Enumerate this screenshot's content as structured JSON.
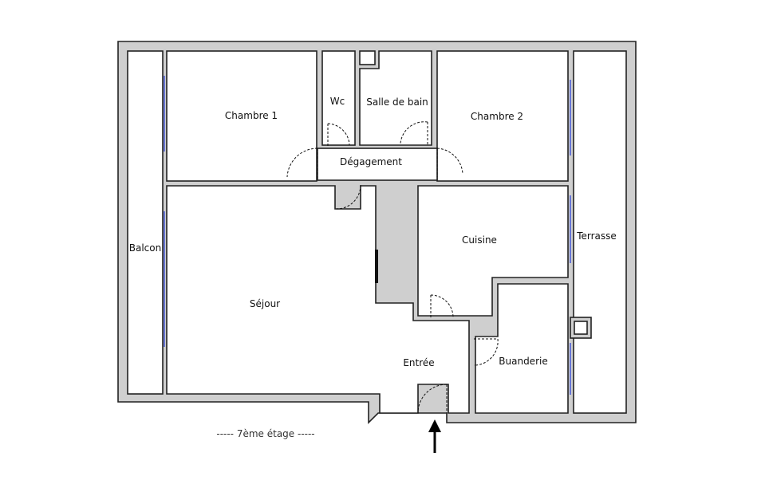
{
  "rooms": {
    "chambre1": "Chambre 1",
    "wc": "Wc",
    "salle_de_bain": "Salle de bain",
    "chambre2": "Chambre 2",
    "degagement": "Dégagement",
    "balcon": "Balcon",
    "cuisine": "Cuisine",
    "terrasse": "Terrasse",
    "sejour": "Séjour",
    "entree": "Entrée",
    "buanderie": "Buanderie"
  },
  "floor_label": "----- 7ème étage -----",
  "colors": {
    "wall_fill": "#cfcfcf",
    "wall_stroke": "#222222",
    "window": "#3b4fd8"
  },
  "icons": {
    "entrance": "entrance-arrow-icon"
  }
}
